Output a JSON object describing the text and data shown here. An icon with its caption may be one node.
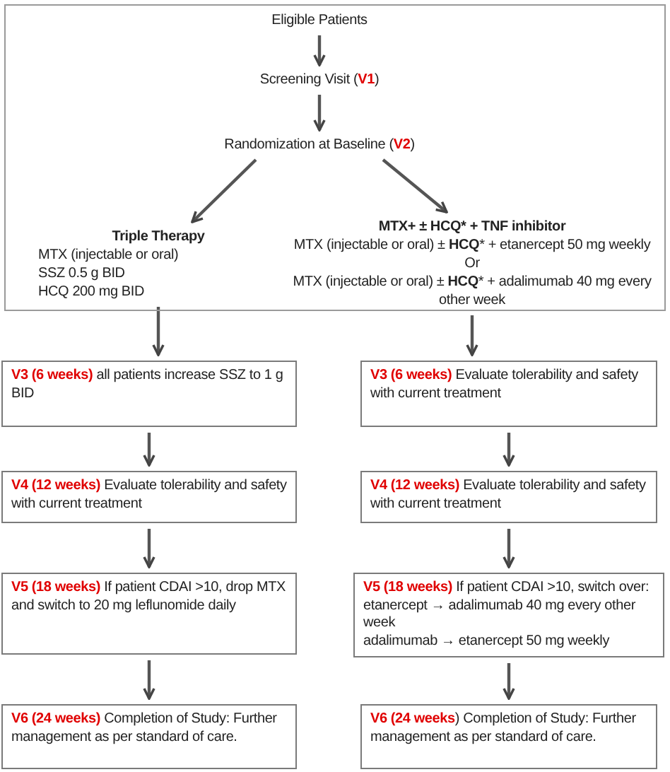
{
  "diagram": {
    "nodes": [
      {
        "text": [],
        "shape": "box"
      },
      {
        "text": [
          "Eligible Patients"
        ],
        "in": 0
      },
      {
        "text": [
          "Screening Visit (**V1**)"
        ],
        "in": 0
      },
      {
        "text": [
          "Randomization at Baseline (**V2**)"
        ],
        "in": 0
      },
      {
        "text": [
          "Triple Therapy",
          "MTX (injectable or oral)",
          "SSZ 0.5 g BID",
          "HCQ 200 mg BID"
        ],
        "in": 0
      },
      {
        "text": [
          "MTX+ ± HCQ* + TNF inhibitor",
          "MTX (injectable or oral) ± **HCQ*** + etanercept 50 mg weekly",
          "Or",
          "MTX (injectable or oral) ± **HCQ*** + adalimumab 40 mg every other week"
        ],
        "in": 0
      },
      {
        "text": [
          "**V3 (6 weeks)** all patients increase SSZ to 1 g BID"
        ]
      },
      {
        "text": [
          "**V3 (6 weeks)** Evaluate tolerability and safety with current treatment"
        ]
      },
      {
        "text": [
          "**V4 (12 weeks)** Evaluate tolerability and safety with current treatment"
        ]
      },
      {
        "text": [
          "**V4 (12 weeks)** Evaluate tolerability and safety with current treatment"
        ]
      },
      {
        "text": [
          "**V5 (18 weeks)** If patient CDAI >10, drop MTX and switch to 20 mg leflunomide daily"
        ]
      },
      {
        "text": [
          "**V5 (18 weeks)** If patient CDAI >10, switch over:",
          "etanercept → adalimumab 40 mg every other week",
          "adalimumab → etanercept 50 mg weekly"
        ]
      },
      {
        "text": [
          "**V6 (24 weeks)** Completion of Study: Further management as per standard of care."
        ]
      },
      {
        "text": [
          "**V6 (24 weeks**) Completion of Study: Further management as per standard of care."
        ]
      }
    ],
    "edges": [
      {
        "from": 1,
        "to": 2,
        "arrow": "to"
      },
      {
        "from": 2,
        "to": 3,
        "arrow": "to"
      },
      {
        "from": 3,
        "to": 4,
        "arrow": "to"
      },
      {
        "from": 3,
        "to": 5,
        "arrow": "to"
      },
      {
        "from": 4,
        "to": 6,
        "arrow": "to"
      },
      {
        "from": 5,
        "to": 7,
        "arrow": "to"
      },
      {
        "from": 6,
        "to": 8,
        "arrow": "to"
      },
      {
        "from": 7,
        "to": 9,
        "arrow": "to"
      },
      {
        "from": 8,
        "to": 10,
        "arrow": "to"
      },
      {
        "from": 9,
        "to": 11,
        "arrow": "to"
      },
      {
        "from": 10,
        "to": 12,
        "arrow": "to"
      },
      {
        "from": 11,
        "to": 13,
        "arrow": "to"
      }
    ]
  }
}
